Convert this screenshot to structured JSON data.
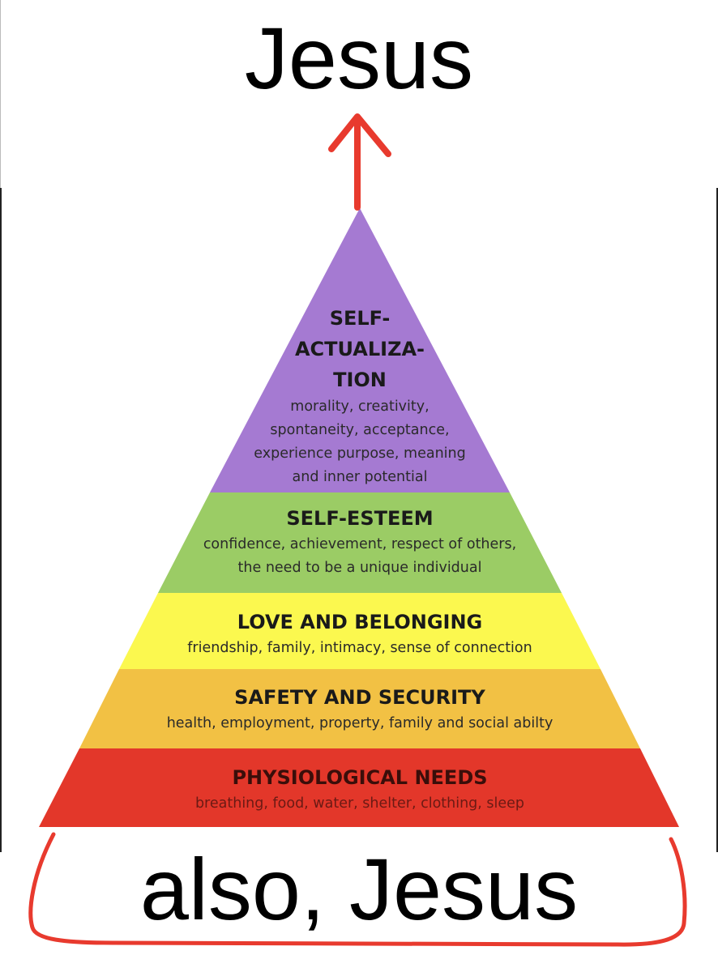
{
  "headline_top": "Jesus",
  "headline_bottom": "also, Jesus",
  "colors": {
    "arrow": "#e83a2e",
    "bracket": "#e83a2e",
    "self_actualization": "#a57ad2",
    "self_esteem": "#9bcc65",
    "love_belonging": "#fbf84f",
    "safety_security": "#f2c144",
    "physiological": "#e3372a"
  },
  "pyramid": {
    "tiers": [
      {
        "key": "self_actualization",
        "title": "SELF-\nACTUALIZA-\nTION",
        "description": "morality, creativity,\nspontaneity, acceptance,\nexperience purpose, meaning\nand inner potential"
      },
      {
        "key": "self_esteem",
        "title": "SELF-ESTEEM",
        "description": "confidence, achievement, respect of others,\nthe need to be a unique individual"
      },
      {
        "key": "love_belonging",
        "title": "LOVE AND BELONGING",
        "description": "friendship, family, intimacy, sense of connection"
      },
      {
        "key": "safety_security",
        "title": "SAFETY AND SECURITY",
        "description": "health, employment, property, family and social abilty"
      },
      {
        "key": "physiological",
        "title": "PHYSIOLOGICAL NEEDS",
        "description": "breathing, food, water, shelter, clothing, sleep"
      }
    ]
  }
}
